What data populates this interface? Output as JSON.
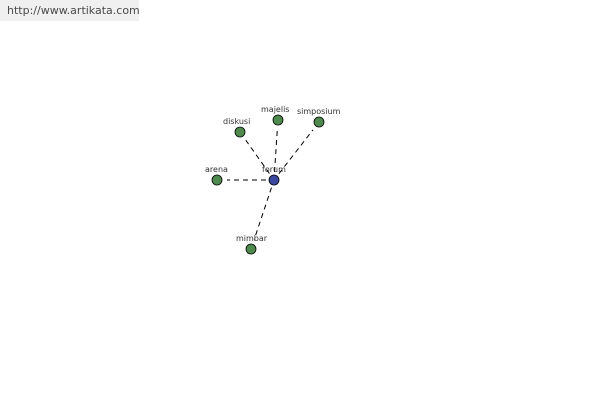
{
  "header": {
    "url": "http://www.artikata.com"
  },
  "diagram": {
    "center": {
      "label": "forum",
      "color": "#3b4aa0"
    },
    "node_color": "#4e8a4e",
    "nodes": [
      {
        "id": "diskusi",
        "label": "diskusi"
      },
      {
        "id": "majelis",
        "label": "majelis"
      },
      {
        "id": "simposium",
        "label": "simposium"
      },
      {
        "id": "arena",
        "label": "arena"
      },
      {
        "id": "mimbar",
        "label": "mimbar"
      }
    ]
  }
}
